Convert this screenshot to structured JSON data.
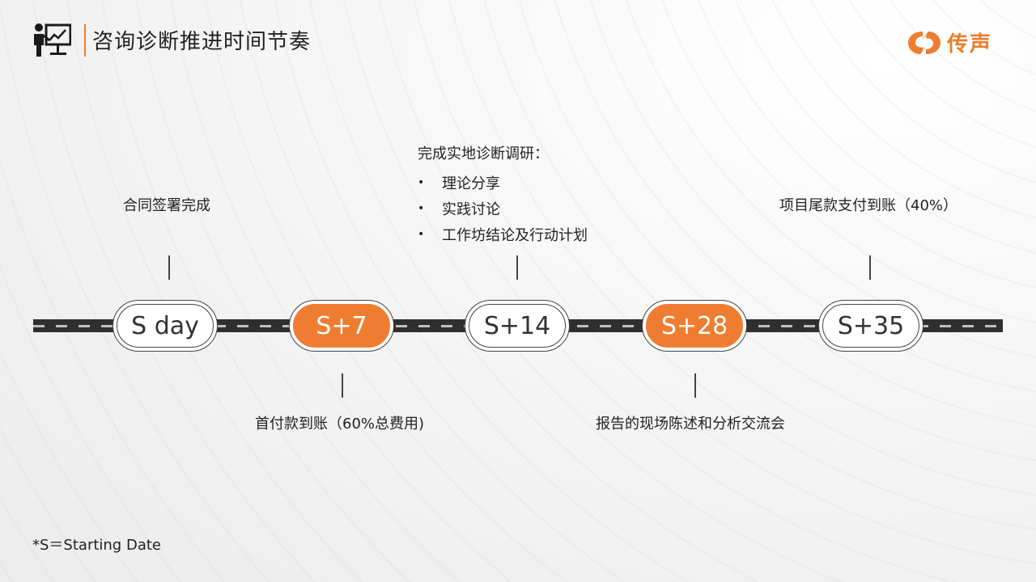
{
  "header": {
    "title": "咨询诊断推进时间节奏",
    "logo_text": "传声",
    "icon": "presenter-chart-icon",
    "accent_color": "#ee7d31"
  },
  "milestones": [
    {
      "label": "S day",
      "highlight": false
    },
    {
      "label": "S+7",
      "highlight": true
    },
    {
      "label": "S+14",
      "highlight": false
    },
    {
      "label": "S+28",
      "highlight": true
    },
    {
      "label": "S+35",
      "highlight": false
    }
  ],
  "annotations": {
    "sday": "合同签署完成",
    "s7": "首付款到账（60%总费用)",
    "s14": {
      "heading": "完成实地诊断调研：",
      "items": [
        "理论分享",
        "实践讨论",
        "工作坊结论及行动计划"
      ]
    },
    "s28": "报告的现场陈述和分析交流会",
    "s35": "项目尾款支付到账（40%）"
  },
  "footnote": "*S＝Starting Date"
}
